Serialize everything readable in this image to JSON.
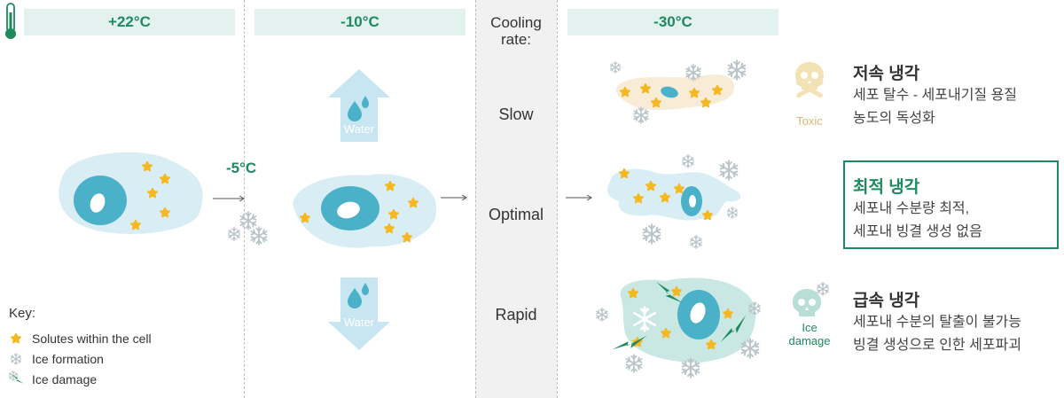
{
  "headers": {
    "t1": "+22°C",
    "t2": "-10°C",
    "rate": "Cooling\nrate:",
    "t3": "-30°C"
  },
  "mid_temp": "-5°C",
  "rates": {
    "slow": "Slow",
    "optimal": "Optimal",
    "rapid": "Rapid"
  },
  "water_label": "Water",
  "side_labels": {
    "toxic": "Toxic",
    "ice_damage": "Ice\ndamage"
  },
  "descriptions": {
    "slow": {
      "title": "저속 냉각",
      "line1": "세포 탈수 - 세포내기질 용질",
      "line2": "농도의 독성화"
    },
    "optimal": {
      "title": "최적 냉각",
      "line1": "세포내 수분량 최적,",
      "line2": "세포내 빙결 생성 없음"
    },
    "rapid": {
      "title": "급속 냉각",
      "line1": "세포내 수분의 탈출이 불가능",
      "line2": "빙결 생성으로 인한 세포파괴"
    }
  },
  "key": {
    "title": "Key:",
    "solutes": "Solutes within the cell",
    "ice": "Ice formation",
    "damage": "Ice damage"
  },
  "colors": {
    "header_bg": "#e3f2ee",
    "green": "#1f8a5e",
    "cell": "#d8eef4",
    "nucleus": "#4bb1c9",
    "solute": "#f5b821",
    "toxic_cell": "#f8ecd6",
    "ice": "#b9c4c8",
    "skull": "#f3e2b4",
    "damage_skull": "#b9ded6",
    "water_arrow": "#c7e6f1"
  },
  "icons": [
    "thermometer-icon",
    "snowflake-icon",
    "skull-icon",
    "lightning-icon",
    "water-drop-icon"
  ]
}
